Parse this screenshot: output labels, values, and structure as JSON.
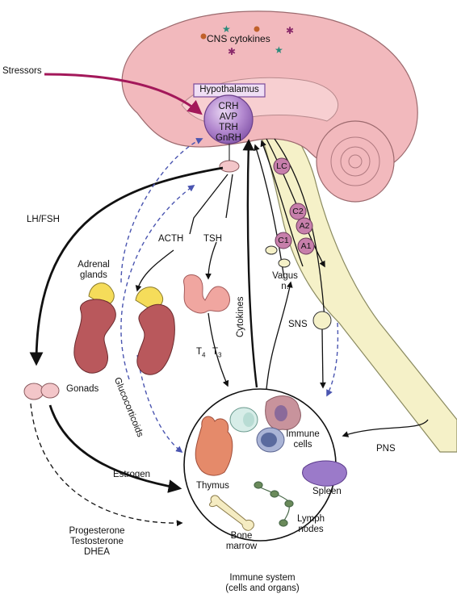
{
  "brain": {
    "cns_cytokines": "CNS cytokines",
    "hypothalamus": "Hypothalamus",
    "hormones": [
      "CRH",
      "AVP",
      "TRH",
      "GnRH"
    ]
  },
  "brainstem_nuclei": [
    "LC",
    "C2",
    "A2",
    "C1",
    "A1"
  ],
  "labels": {
    "stressors": "Stressors",
    "lh_fsh": "LH/FSH",
    "acth": "ACTH",
    "tsh": "TSH",
    "adrenal_glands": "Adrenal glands",
    "gonads": "Gonads",
    "glucocorticoids": "Glucocorticoids",
    "t4": "T",
    "t4_sub": "4",
    "t3": "T",
    "t3_sub": "3",
    "cytokines": "Cytokines",
    "vagus": "Vagus n.",
    "sns": "SNS",
    "pns": "PNS",
    "estrogen": "Estrogen",
    "steroids": "Progesterone Testosterone DHEA"
  },
  "immune": {
    "immune_cells": "Immune cells",
    "thymus": "Thymus",
    "spleen": "Spleen",
    "lymph_nodes": "Lymph nodes",
    "bone_marrow": "Bone marrow",
    "caption": "Immune system (cells and organs)"
  },
  "colors": {
    "brain_pink": "#f2b9bd",
    "brain_inner": "#f7cfd1",
    "hypothalamus_purple": "#a77bc6",
    "stressor_arrow": "#a3185a",
    "dashed_blue": "#4a55b0",
    "kidney": "#b9585c",
    "adrenal_yellow": "#f5dc5a",
    "brainstem": "#f5f1c8",
    "nucleus": "#c77fab"
  }
}
